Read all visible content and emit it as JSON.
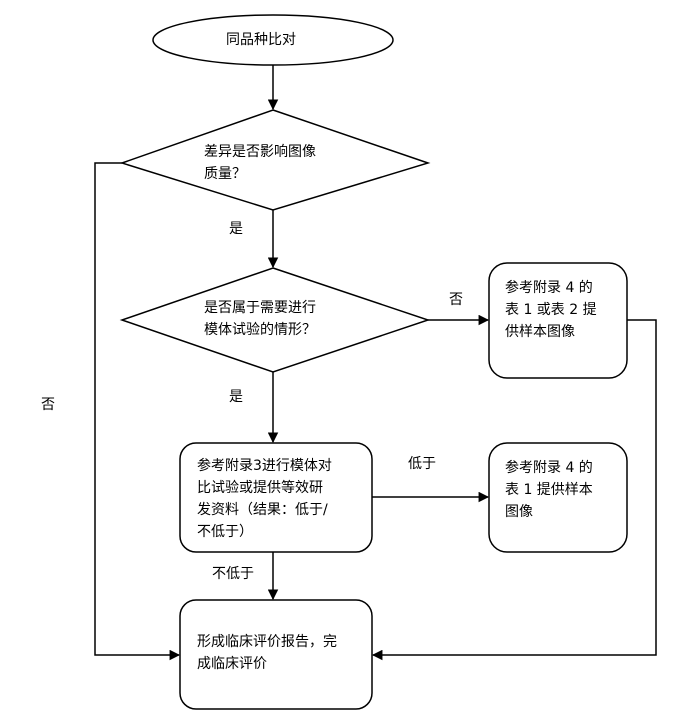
{
  "nodes": {
    "start": "同品种比对",
    "decision1_line1": "差异是否影响图像",
    "decision1_line2": "质量？",
    "decision2_line1": "是否属于需要进行",
    "decision2_line2": "模体试验的情形？",
    "box_sample_a_line1": "参考附录 4 的",
    "box_sample_a_line2": "表 1 或表 2 提",
    "box_sample_a_line3": "供样本图像",
    "box_test_line1": "参考附录3进行模体对",
    "box_test_line2": "比试验或提供等效研",
    "box_test_line3": "发资料（结果：低于/",
    "box_test_line4": "不低于）",
    "box_sample_b_line1": "参考附录 4 的",
    "box_sample_b_line2": "表 1 提供样本",
    "box_sample_b_line3": "图像",
    "end_line1": "形成临床评价报告，完",
    "end_line2": "成临床评价"
  },
  "edges": {
    "yes1": "是",
    "yes2": "是",
    "no_left": "否",
    "no_right": "否",
    "lower": "低于",
    "not_lower": "不低于"
  },
  "colors": {
    "stroke": "#000000",
    "fill": "#ffffff"
  }
}
